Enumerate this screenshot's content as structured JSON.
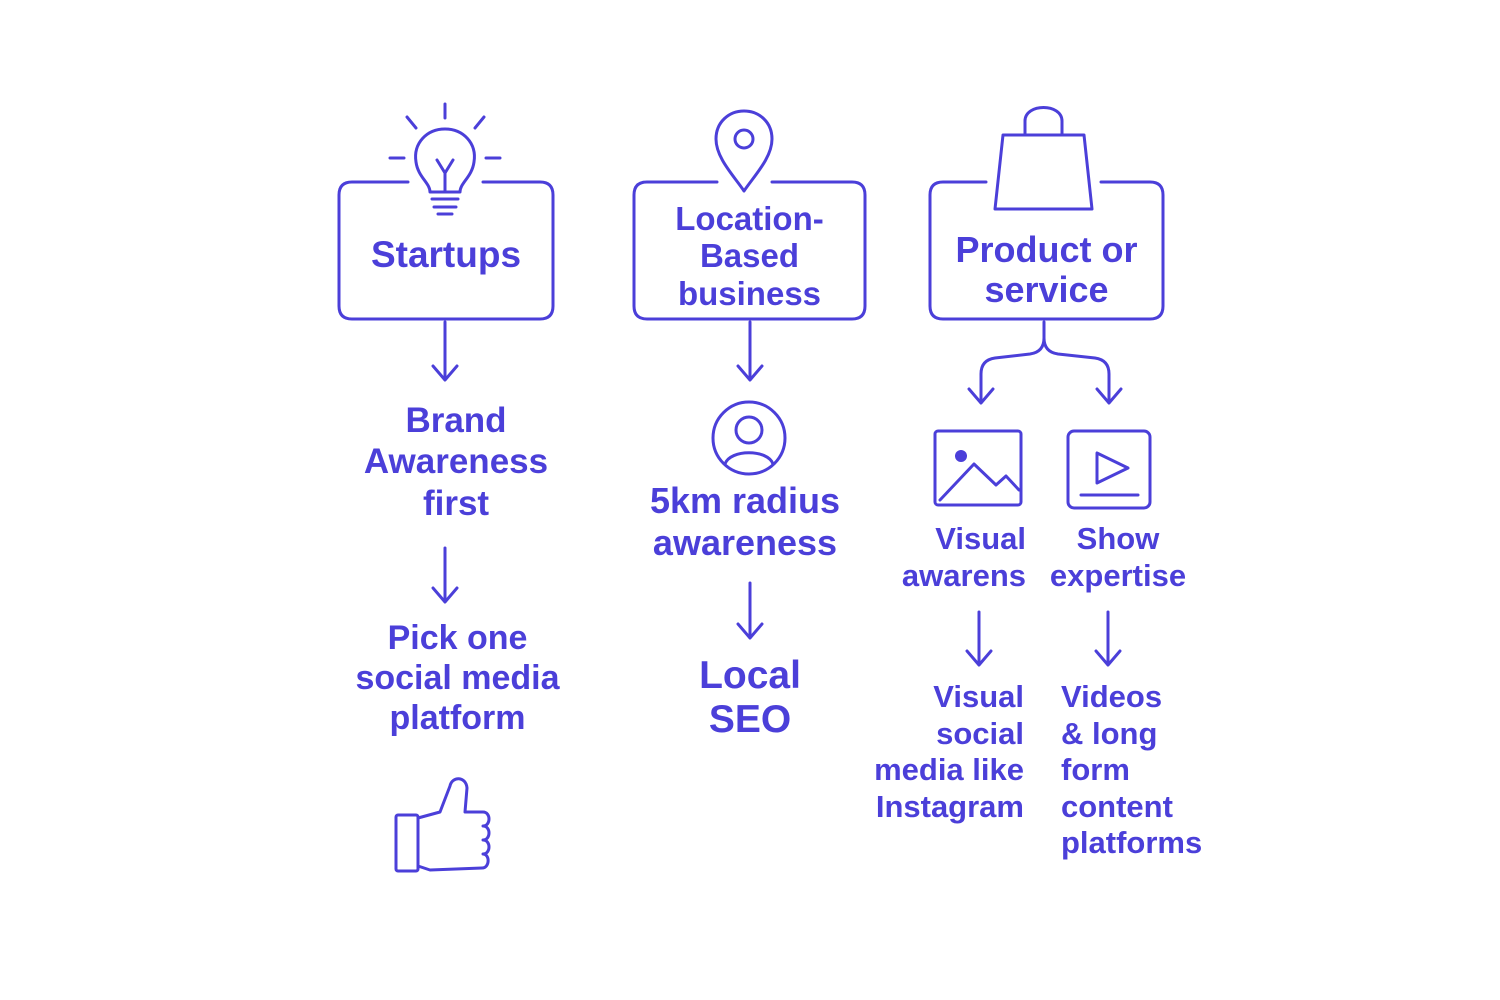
{
  "colors": {
    "accent": "#4b3fd9",
    "background": "#ffffff"
  },
  "columns": {
    "startups": {
      "icon": "lightbulb-icon",
      "title": "Startups",
      "step1": "Brand\nAwareness\nfirst",
      "step2": "Pick one\nsocial media\nplatform",
      "end_icon": "thumbs-up-icon"
    },
    "location": {
      "icon": "location-pin-icon",
      "title": "Location-\nBased\nbusiness",
      "step_icon": "user-icon",
      "step1": "5km radius\nawareness",
      "step2": "Local\nSEO"
    },
    "product": {
      "icon": "shopping-bag-icon",
      "title": "Product or\nservice",
      "left": {
        "icon": "image-icon",
        "label": "Visual\nawarens",
        "result": "Visual\nsocial\nmedia like\nInstagram"
      },
      "right": {
        "icon": "video-play-icon",
        "label": "Show\nexpertise",
        "result": "Videos\n& long\nform\ncontent\nplatforms"
      }
    }
  }
}
